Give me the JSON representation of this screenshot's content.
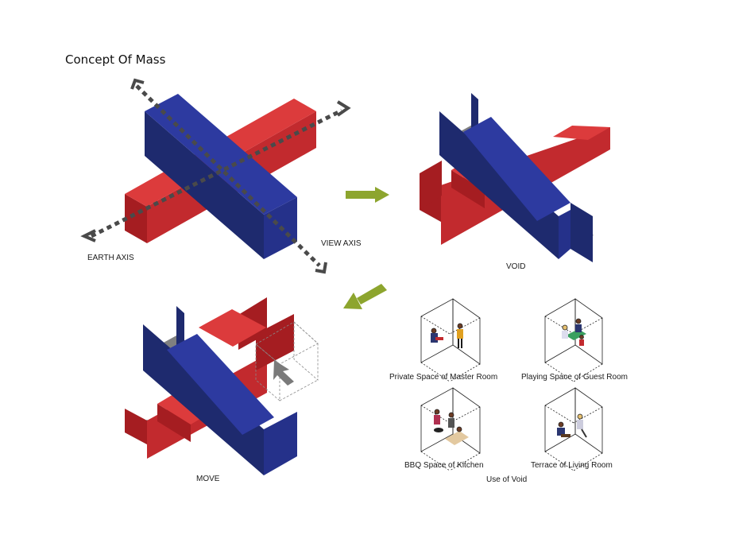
{
  "title": "Concept Of Mass",
  "labels": {
    "earth_axis": "EARTH AXIS",
    "view_axis": "VIEW AXIS",
    "void": "VOID",
    "move": "MOVE",
    "use_of_void": "Use of Void"
  },
  "spaces": [
    {
      "label": "Private Space of Master Room"
    },
    {
      "label": "Playing Space of Guest Room"
    },
    {
      "label": "BBQ Space of Kitchen"
    },
    {
      "label": "Terrace of Living Room"
    }
  ],
  "colors": {
    "red_top": "#dc3b3c",
    "red_side": "#a51d21",
    "red_front": "#c22a2e",
    "blue_top": "#2d3aa0",
    "blue_side": "#1e2a6e",
    "blue_front": "#25318a",
    "floor": "#7f7f80",
    "arrow_green": "#8da52e",
    "axis_grey": "#4a4a4a"
  }
}
